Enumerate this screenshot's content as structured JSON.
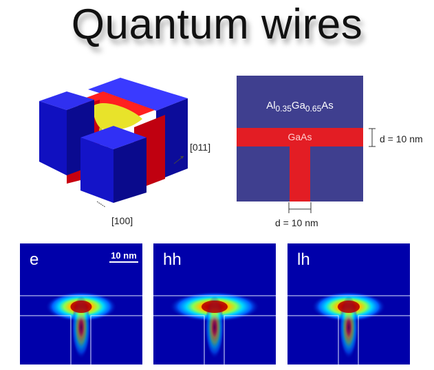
{
  "title": "Quantum wires",
  "cube": {
    "axis_011": "[011]",
    "axis_100": "[100]"
  },
  "cross_section": {
    "barrier_label": {
      "a": "Al",
      "a_sub": "0.35",
      "b": "Ga",
      "b_sub": "0.65",
      "c": "As"
    },
    "well_label": "GaAs",
    "d_side": "d = 10 nm",
    "d_bottom": "d = 10 nm"
  },
  "panels": [
    {
      "label": "e",
      "peak_spread": 0.55
    },
    {
      "label": "hh",
      "peak_spread": 0.9
    },
    {
      "label": "lh",
      "peak_spread": 0.6
    }
  ],
  "scale_bar": "10 nm",
  "colors": {
    "barrier": "#3f3f8f",
    "well": "#e31d24",
    "panel_bg": "#0000aa",
    "cube_blue": "#1a1adf",
    "cube_red": "#e0000f",
    "cube_yellow": "#e8e32a"
  }
}
